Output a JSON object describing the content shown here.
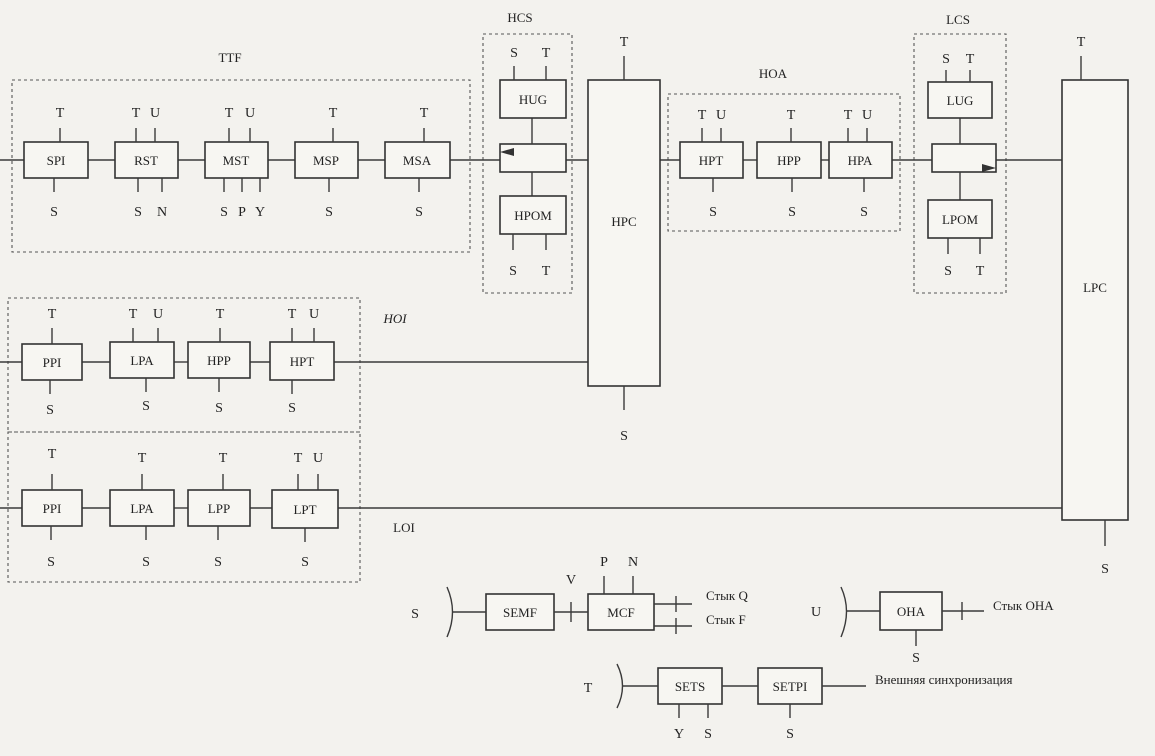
{
  "group_labels": {
    "ttf": "TTF",
    "hcs": "HCS",
    "hoa": "HOA",
    "lcs": "LCS",
    "hoi": "HOI",
    "loi": "LOI"
  },
  "blocks": {
    "spi": "SPI",
    "rst": "RST",
    "mst": "MST",
    "msp": "MSP",
    "msa": "MSA",
    "hug": "HUG",
    "hpom": "HPOM",
    "hpc": "HPC",
    "hoa_hpt": "HPT",
    "hoa_hpp": "HPP",
    "hoa_hpa": "HPA",
    "lug": "LUG",
    "lpom": "LPOM",
    "lpc": "LPC",
    "hoi_ppi": "PPI",
    "hoi_lpa": "LPA",
    "hoi_hpp": "HPP",
    "hoi_hpt": "HPT",
    "loi_ppi": "PPI",
    "loi_lpa": "LPA",
    "loi_lpp": "LPP",
    "loi_lpt": "LPT",
    "semf": "SEMF",
    "mcf": "MCF",
    "oha": "OHA",
    "sets": "SETS",
    "setpi": "SETPI"
  },
  "ports": {
    "t": "T",
    "u": "U",
    "s": "S",
    "n": "N",
    "p": "P",
    "y": "Y",
    "v": "V"
  },
  "notes": {
    "stik_q": "Стык Q",
    "stik_f": "Стык F",
    "stik_oha": "Стык OHA",
    "ext_sync": "Внешняя синхронизация"
  }
}
